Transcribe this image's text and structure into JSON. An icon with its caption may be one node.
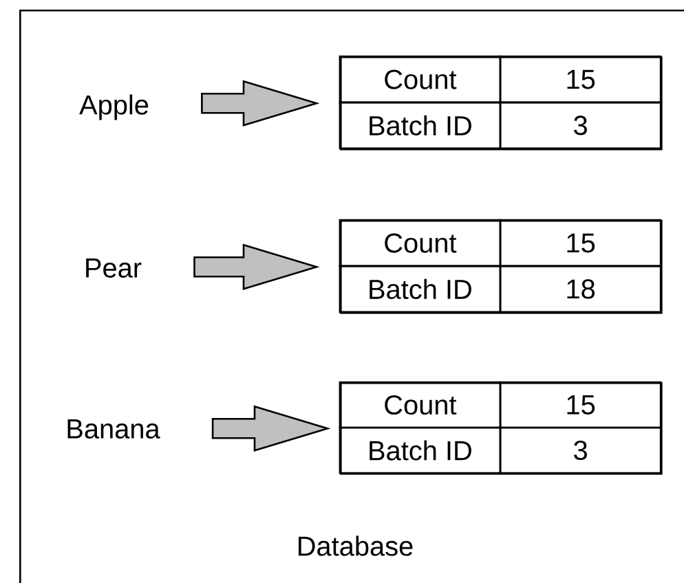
{
  "diagram": {
    "nodes": [
      {
        "text": [
          "Database"
        ]
      },
      {
        "text": [
          "Apple"
        ],
        "in": 0
      },
      {
        "text": [
          "Count",
          "15",
          "Batch ID",
          "3"
        ],
        "in": 0
      },
      {
        "text": [
          "Pear"
        ],
        "in": 0
      },
      {
        "text": [
          "Count",
          "15",
          "Batch ID",
          "18"
        ],
        "in": 0
      },
      {
        "text": [
          "Banana"
        ],
        "in": 0
      },
      {
        "text": [
          "Count",
          "15",
          "Batch ID",
          "3"
        ],
        "in": 0
      }
    ],
    "edges": [
      {
        "from": 1,
        "to": 2,
        "arrow": "to"
      },
      {
        "from": 3,
        "to": 4,
        "arrow": "to"
      },
      {
        "from": 5,
        "to": 6,
        "arrow": "to"
      }
    ]
  }
}
